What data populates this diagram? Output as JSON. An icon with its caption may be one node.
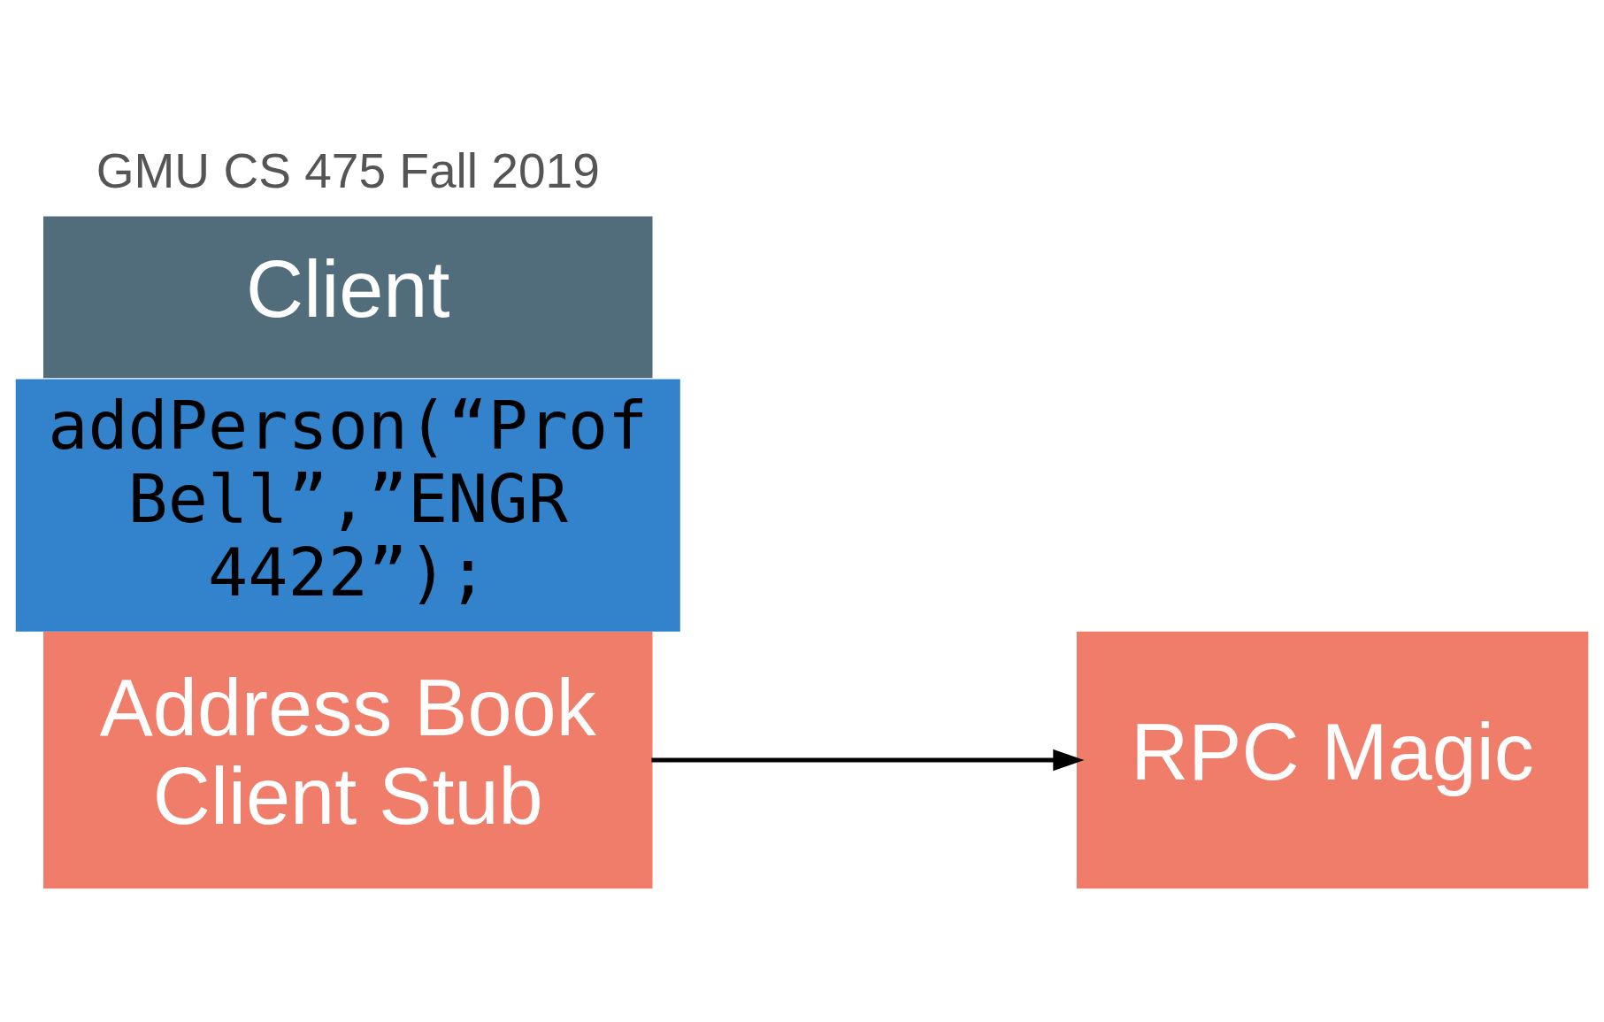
{
  "diagram": {
    "nodes": [
      {
        "text": [
          "RPC Magic"
        ]
      },
      {
        "text": [
          "Address Book Client Stub"
        ]
      },
      {
        "text": [
          "addPerson(“Prof Bell”,”ENGR 4422”);"
        ]
      },
      {
        "text": [
          "Client"
        ]
      }
    ],
    "edges": [
      {
        "from": 1,
        "to": 0,
        "arrow": "to"
      }
    ],
    "labels": [
      "GMU CS 475 Fall 2019"
    ]
  }
}
